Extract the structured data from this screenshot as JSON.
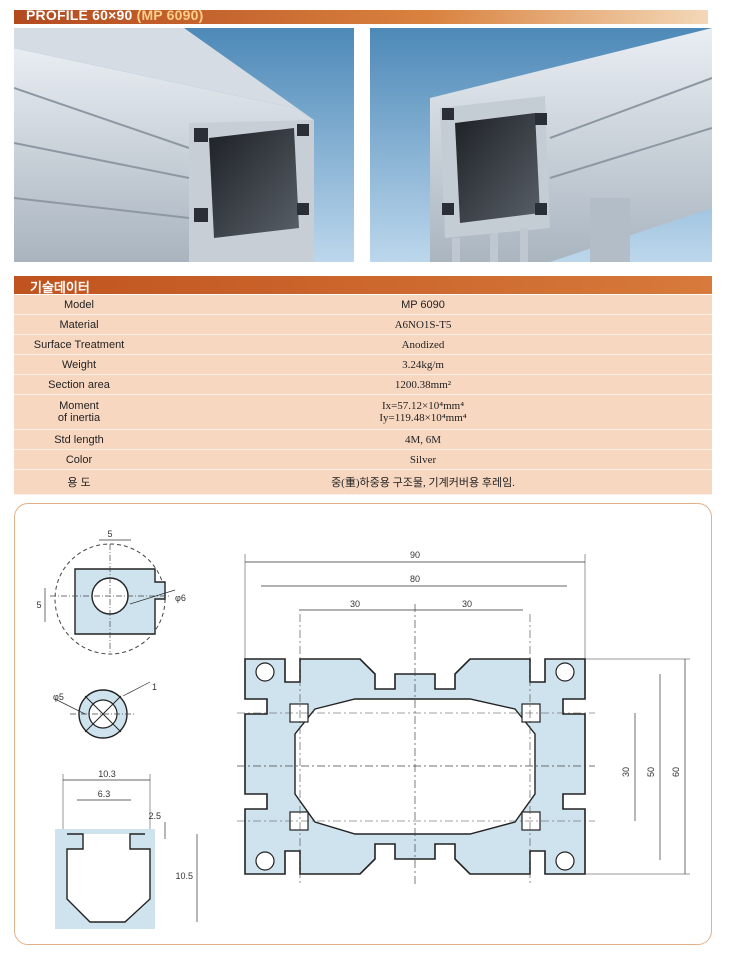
{
  "header": {
    "title_prefix": "PROFILE 60×90",
    "title_code": "(MP 6090)"
  },
  "tech": {
    "section_title": "기술데이터",
    "rows": [
      {
        "label": "Model",
        "value": "MP 6090"
      },
      {
        "label": "Material",
        "value": "A6NO1S-T5"
      },
      {
        "label": "Surface Treatment",
        "value": "Anodized"
      },
      {
        "label": "Weight",
        "value": "3.24kg/m"
      },
      {
        "label": "Section area",
        "value": "1200.38mm²"
      },
      {
        "label": "Moment",
        "label2": "of inertia",
        "value": "Ix=57.12×10⁴mm⁴",
        "value2": "Iy=119.48×10⁴mm⁴"
      },
      {
        "label": "Std length",
        "value": "4M, 6M"
      },
      {
        "label": "Color",
        "value": "Silver"
      },
      {
        "label": "용 도",
        "value": "중(重)하중용 구조물, 기계커버용 후레임."
      }
    ]
  },
  "drawing": {
    "detail_slot": {
      "dim_top": "5",
      "dim_left": "5",
      "dim_dia": "φ6"
    },
    "detail_core": {
      "dim_dia": "φ5",
      "dim_wall": "1"
    },
    "detail_groove": {
      "dim_width": "10.3",
      "dim_inner": "6.3",
      "dim_lip": "2.5",
      "dim_depth": "10.5"
    },
    "main": {
      "dim_total_w": "90",
      "dim_w2": "80",
      "dim_gap_a": "30",
      "dim_gap_b": "30",
      "dim_h_inner": "30",
      "dim_h_mid": "50",
      "dim_h_total": "60"
    }
  }
}
